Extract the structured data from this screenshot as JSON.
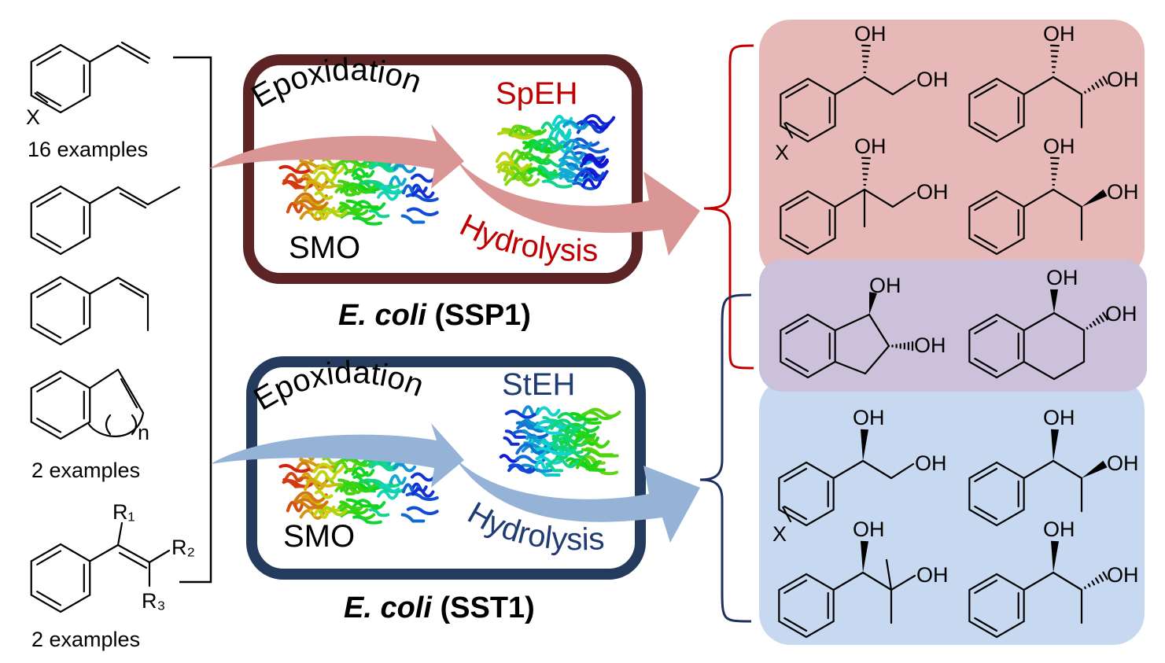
{
  "substrates": {
    "x_label": "X",
    "count_first": "16 examples",
    "n_label": "n",
    "count_indene": "2 examples",
    "r1": "R₁",
    "r2": "R₂",
    "r3": "R₃",
    "count_trisub": "2 examples"
  },
  "top_cell": {
    "process1": "Epoxidation",
    "enzyme_monooxygenase": "SMO",
    "enzyme_hydrolase": "SpEH",
    "process2": "Hydrolysis",
    "strain_species": "E. coli",
    "strain_code": " (SSP1)"
  },
  "bottom_cell": {
    "process1": "Epoxidation",
    "enzyme_monooxygenase": "SMO",
    "enzyme_hydrolase": "StEH",
    "process2": "Hydrolysis",
    "strain_species": "E. coli",
    "strain_code": " (SST1)"
  },
  "products": {
    "hydroxyl_label": "OH",
    "x_label": "X"
  },
  "colors": {
    "top_frame": "#5c2424",
    "bottom_frame": "#243b5e",
    "spEH_text": "#c00000",
    "stEH_text": "#1f3b73",
    "pink_arrow": "#d99694",
    "blue_arrow": "#95b3d7",
    "pink_region": "#e6b9b8",
    "purple_region": "#ccc1da",
    "blue_region": "#c6d9f1",
    "red_bracket": "#c00000",
    "navy_bracket": "#1f2f5e"
  }
}
